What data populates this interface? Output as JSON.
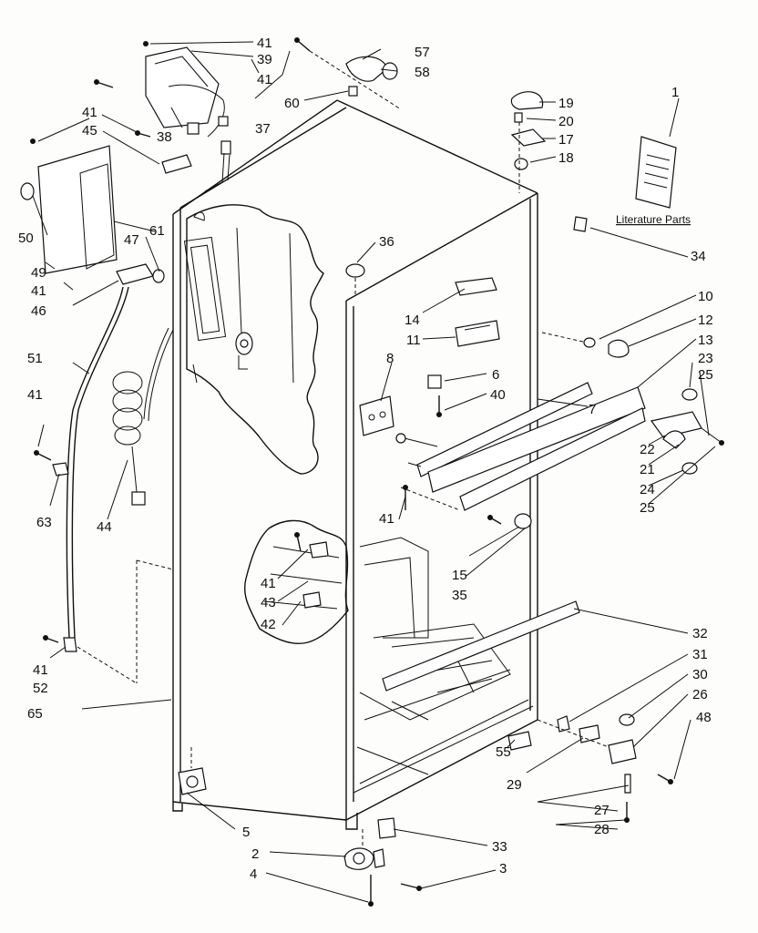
{
  "labels": {
    "p1": "1",
    "p2": "2",
    "p3": "3",
    "p4": "4",
    "p5": "5",
    "p6": "6",
    "p7": "7",
    "p8": "8",
    "p10": "10",
    "p11": "11",
    "p12": "12",
    "p13": "13",
    "p14": "14",
    "p15": "15",
    "p17": "17",
    "p18": "18",
    "p19": "19",
    "p20": "20",
    "p21": "21",
    "p22": "22",
    "p23": "23",
    "p24": "24",
    "p25": "25",
    "p26": "26",
    "p27": "27",
    "p28": "28",
    "p29": "29",
    "p30": "30",
    "p31": "31",
    "p32": "32",
    "p33": "33",
    "p34": "34",
    "p35": "35",
    "p36": "36",
    "p37": "37",
    "p38": "38",
    "p39": "39",
    "p40": "40",
    "p41": "41",
    "p42": "42",
    "p43": "43",
    "p44": "44",
    "p45": "45",
    "p46": "46",
    "p47": "47",
    "p48": "48",
    "p49": "49",
    "p50": "50",
    "p51": "51",
    "p52": "52",
    "p55": "55",
    "p57": "57",
    "p58": "58",
    "p60": "60",
    "p61": "61",
    "p63": "63",
    "p65": "65"
  },
  "literature": "Literature Parts",
  "colors": {
    "ink": "#111111",
    "paper": "#fdfdfb"
  }
}
